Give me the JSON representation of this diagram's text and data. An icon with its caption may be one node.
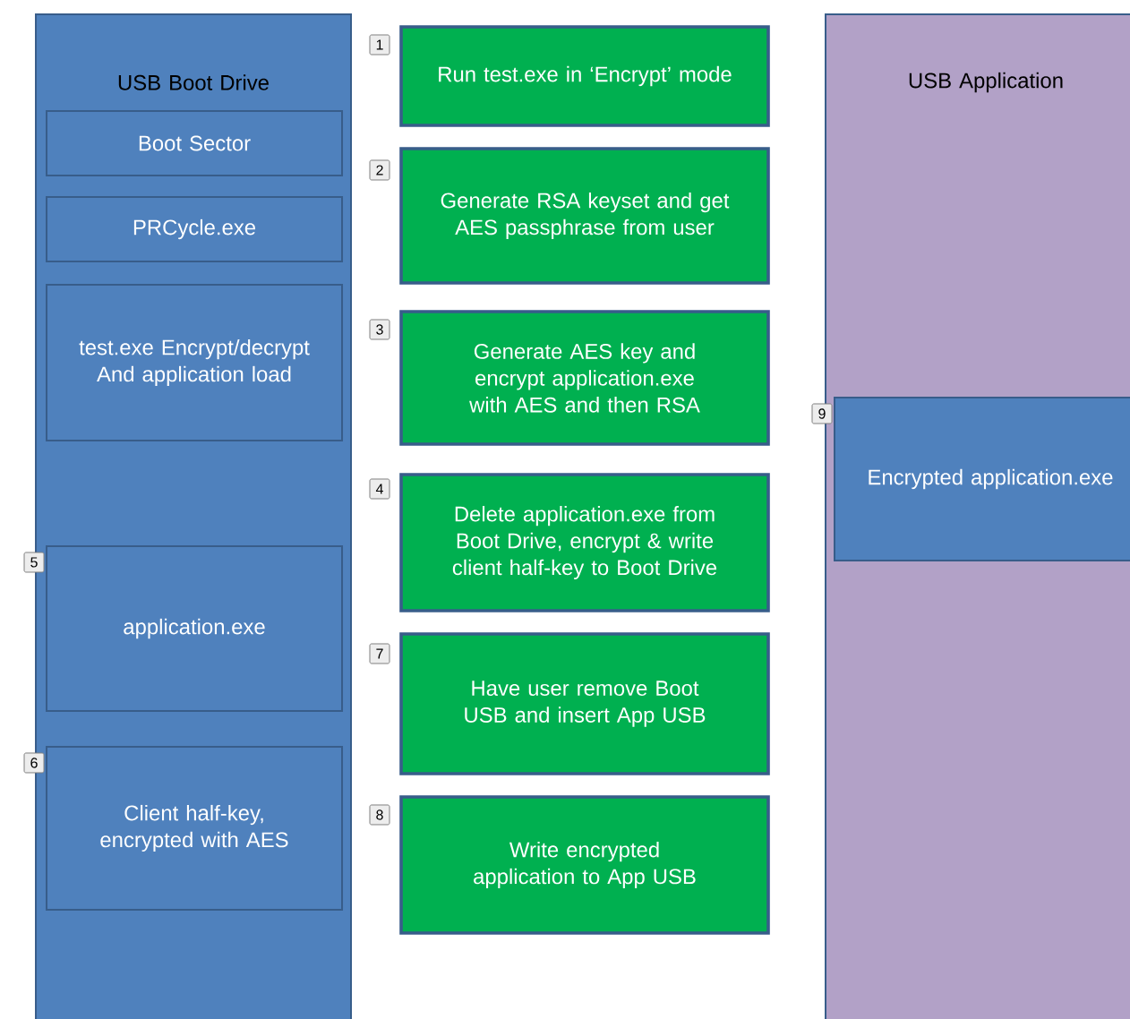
{
  "diagram": {
    "nodes": [
      {
        "text": [
          "USB Boot Drive"
        ]
      },
      {
        "text": [
          "Boot Sector"
        ],
        "in": 0
      },
      {
        "text": [
          "PRCycle.exe"
        ],
        "in": 0
      },
      {
        "text": [
          "test.exe Encrypt/decrypt And application load"
        ],
        "in": 0
      },
      {
        "text": [
          "application.exe"
        ],
        "in": 0,
        "beside": [
          "5"
        ]
      },
      {
        "text": [
          "Client half-key, encrypted with AES"
        ],
        "in": 0,
        "beside": [
          "6"
        ]
      },
      {
        "text": [
          "Run test.exe in ‘Encrypt’ mode"
        ],
        "beside": [
          "1"
        ]
      },
      {
        "text": [
          "Generate RSA keyset and get AES passphrase from user"
        ],
        "beside": [
          "2"
        ]
      },
      {
        "text": [
          "Generate AES key and encrypt application.exe with AES and then RSA"
        ],
        "beside": [
          "3"
        ]
      },
      {
        "text": [
          "Delete application.exe from Boot Drive, encrypt & write client half-key to Boot Drive"
        ],
        "beside": [
          "4"
        ]
      },
      {
        "text": [
          "Have user remove Boot USB and insert App USB"
        ],
        "beside": [
          "7"
        ]
      },
      {
        "text": [
          "Write encrypted application to  App USB"
        ],
        "beside": [
          "8"
        ]
      },
      {
        "text": [
          "USB Application"
        ]
      },
      {
        "text": [
          "Encrypted application.exe"
        ],
        "in": 12,
        "beside": [
          "9"
        ]
      }
    ]
  }
}
